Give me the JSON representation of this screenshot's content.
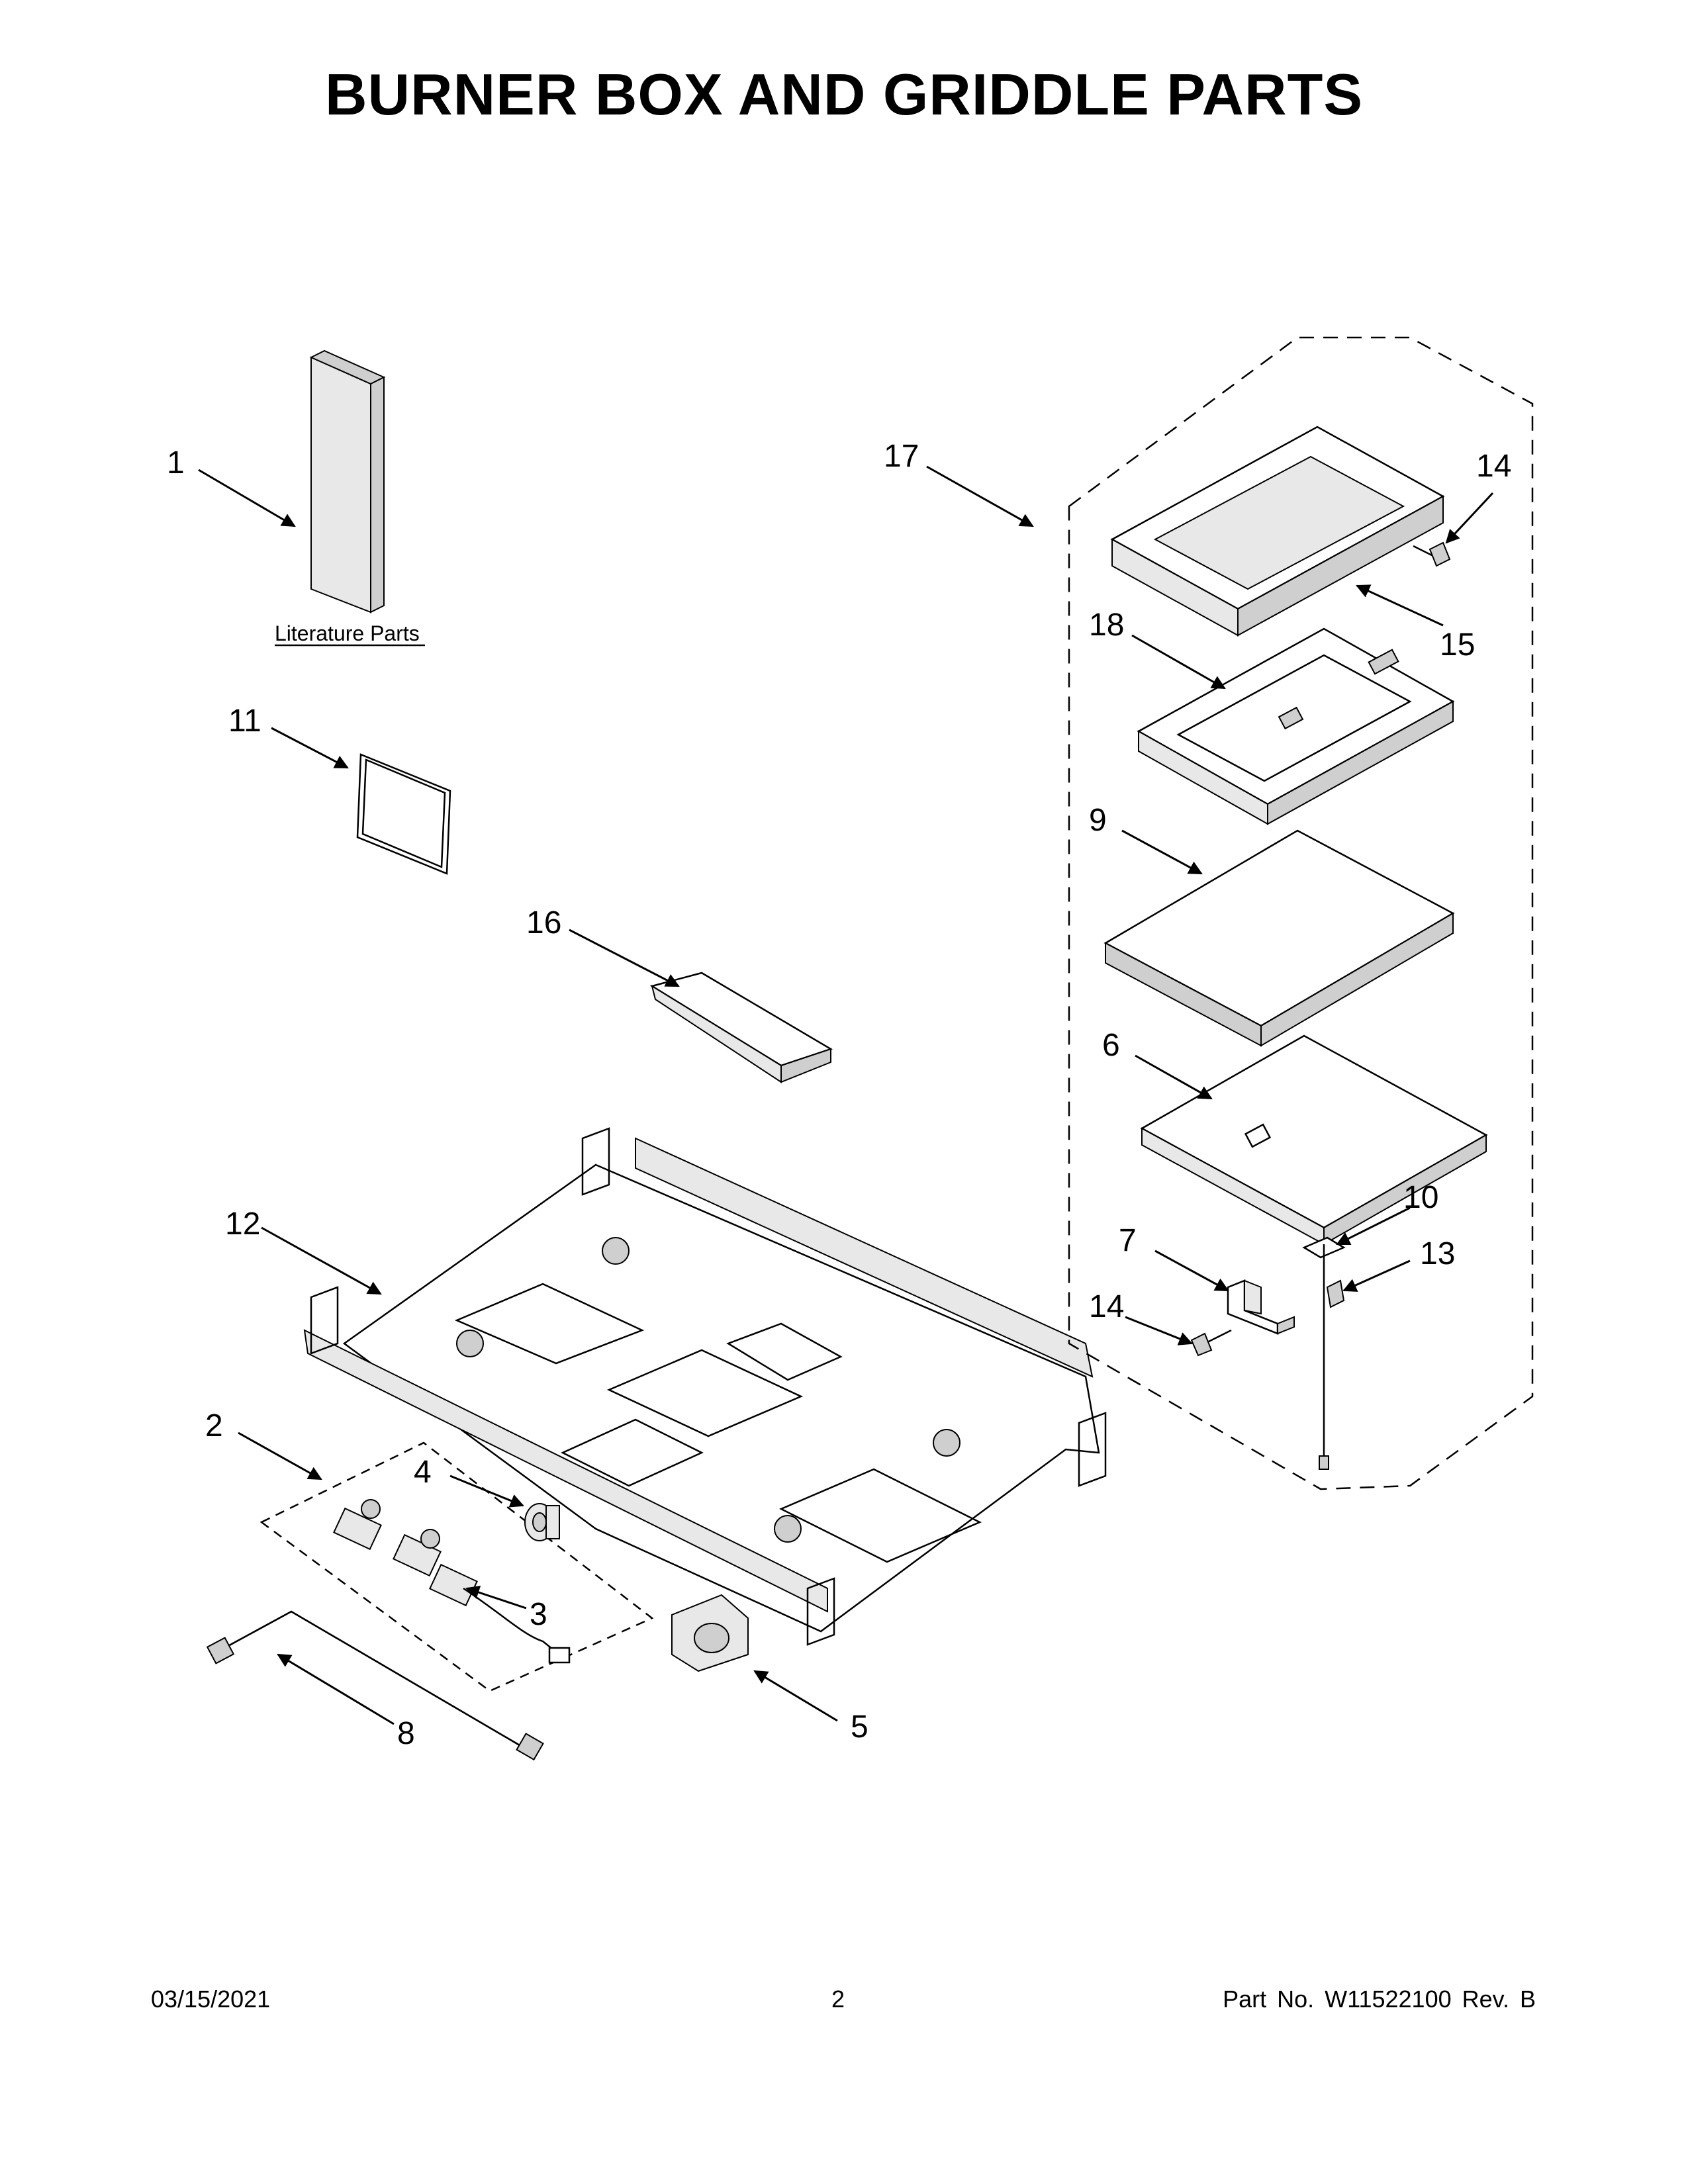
{
  "title": "BURNER BOX AND GRIDDLE PARTS",
  "literature_label": "Literature Parts",
  "callouts": {
    "c1": "1",
    "c2": "2",
    "c3": "3",
    "c4": "4",
    "c5": "5",
    "c6": "6",
    "c7": "7",
    "c8": "8",
    "c9": "9",
    "c10": "10",
    "c11": "11",
    "c12": "12",
    "c13": "13",
    "c14a": "14",
    "c14b": "14",
    "c15": "15",
    "c16": "16",
    "c17": "17",
    "c18": "18"
  },
  "footer": {
    "date": "03/15/2021",
    "page": "2",
    "part": "Part No.  W11522100  Rev.  B"
  }
}
